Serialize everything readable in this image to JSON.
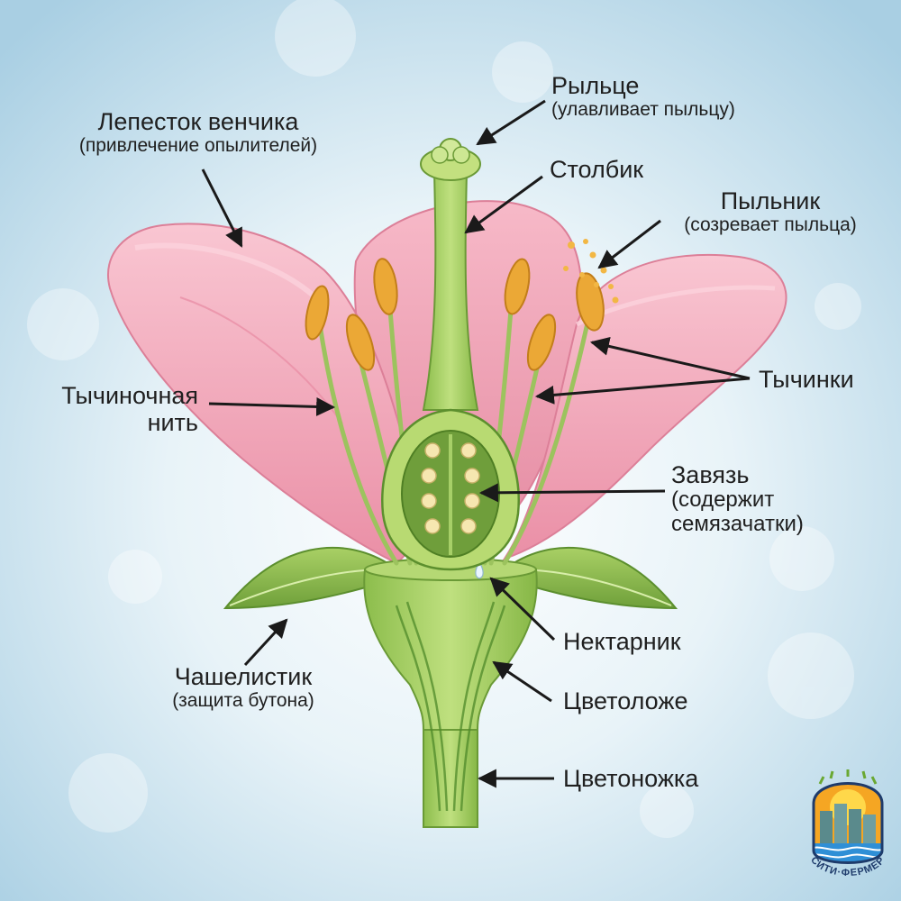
{
  "labels": {
    "stigma": {
      "title": "Рыльце",
      "subtitle": "(улавливает пыльцу)"
    },
    "petal": {
      "title": "Лепесток венчика",
      "subtitle": "(привлечение опылителей)"
    },
    "style": {
      "title": "Столбик"
    },
    "anther": {
      "title": "Пыльник",
      "subtitle": "(созревает пыльца)"
    },
    "filament": {
      "line1": "Тычиночная",
      "line2": "нить"
    },
    "stamens": {
      "title": "Тычинки"
    },
    "ovary": {
      "title": "Завязь",
      "line2": "(содержит",
      "line3": "семязачатки)"
    },
    "nectary": {
      "title": "Нектарник"
    },
    "receptacle": {
      "title": "Цветоложе"
    },
    "sepal": {
      "title": "Чашелистик",
      "subtitle": "(защита бутона)"
    },
    "pedicel": {
      "title": "Цветоножка"
    }
  },
  "logo": {
    "text": "СИТИ·ФЕРМЕР"
  },
  "colors": {
    "background": "#cfe3ef",
    "petal": "#f3a9bb",
    "petal_dark": "#e07d97",
    "green": "#9bc65a",
    "green_dark": "#5c8f2e",
    "anther": "#e9a93a",
    "ovule": "#f6e7b0",
    "arrow": "#1a1a1a"
  }
}
